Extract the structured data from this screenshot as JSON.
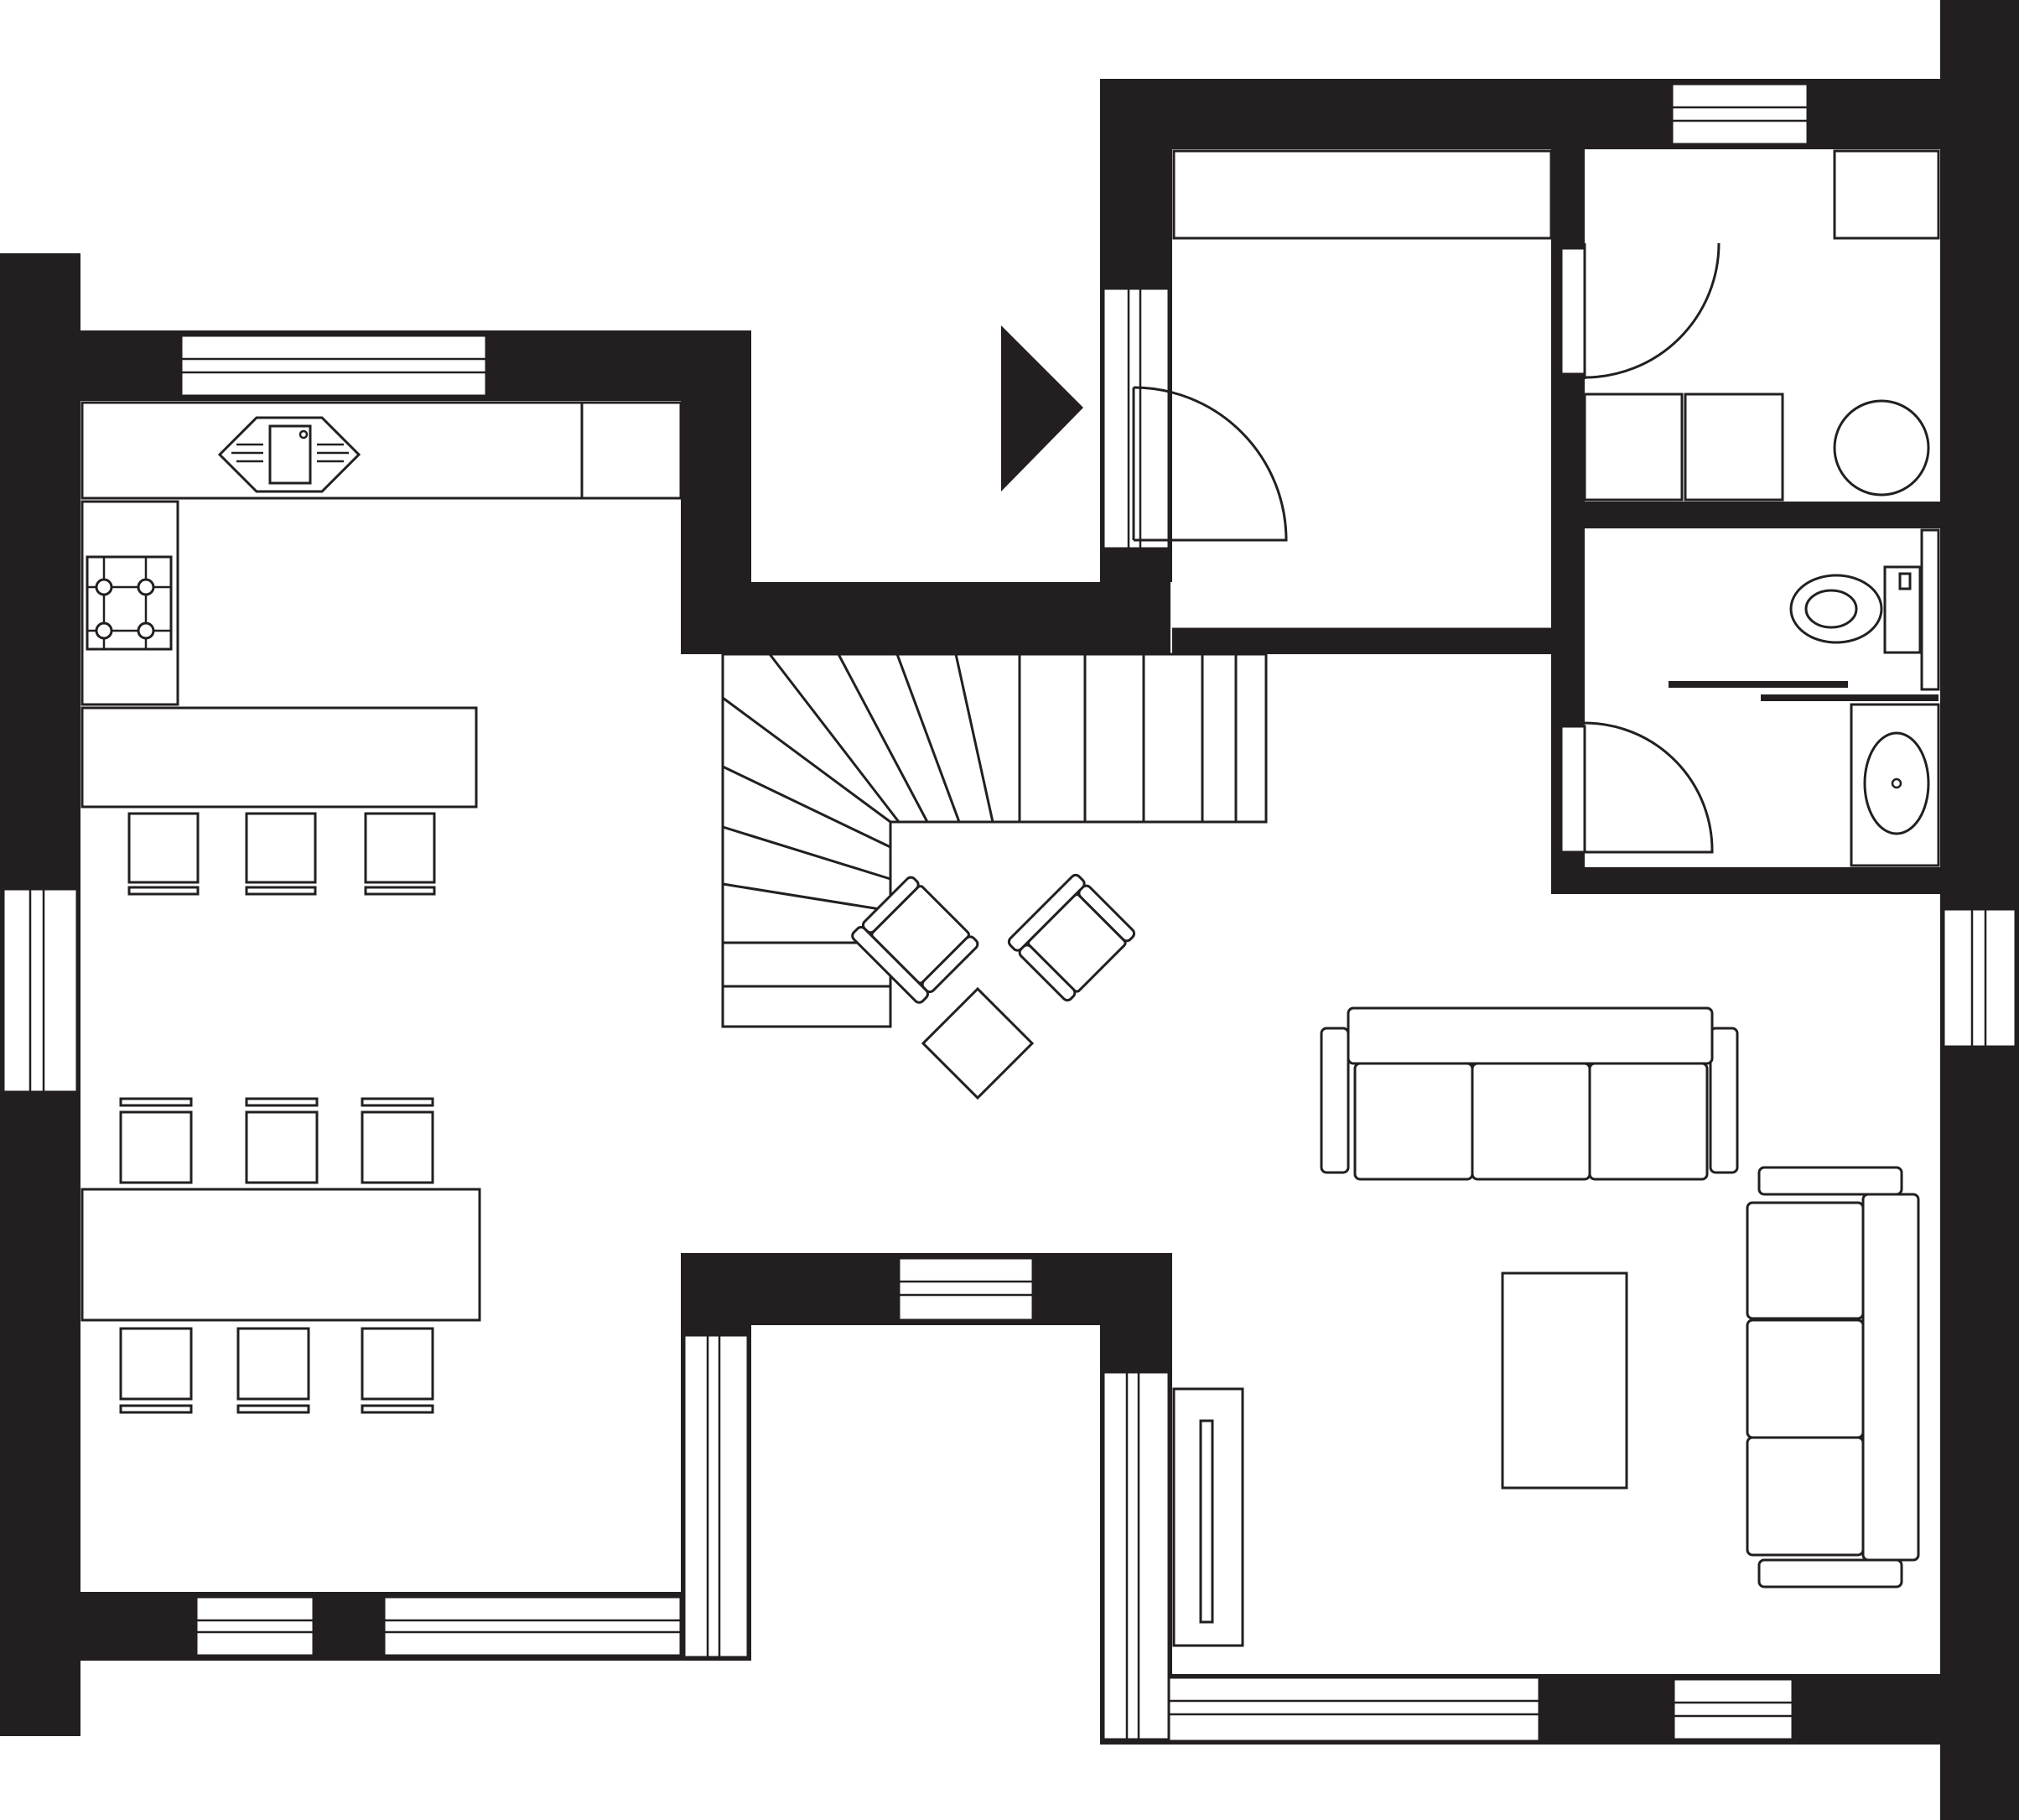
{
  "plan": {
    "colors": {
      "wall": "#231f20",
      "floor": "#ffffff"
    },
    "rooms": [
      "kitchen",
      "dining",
      "entrance-hall",
      "storage",
      "bathroom",
      "toilet",
      "stairs",
      "living-room"
    ],
    "icons": [
      "entrance-arrow-icon",
      "sink-icon",
      "hob-icon",
      "toilet-icon",
      "washbasin-icon",
      "sofa-icon",
      "armchair-icon",
      "fireplace-icon"
    ],
    "furniture_counts": {
      "counter_stools": 3,
      "dining_chairs": 6,
      "sofas": 2,
      "armchairs": 2,
      "windows": 10,
      "doors": 3
    }
  }
}
